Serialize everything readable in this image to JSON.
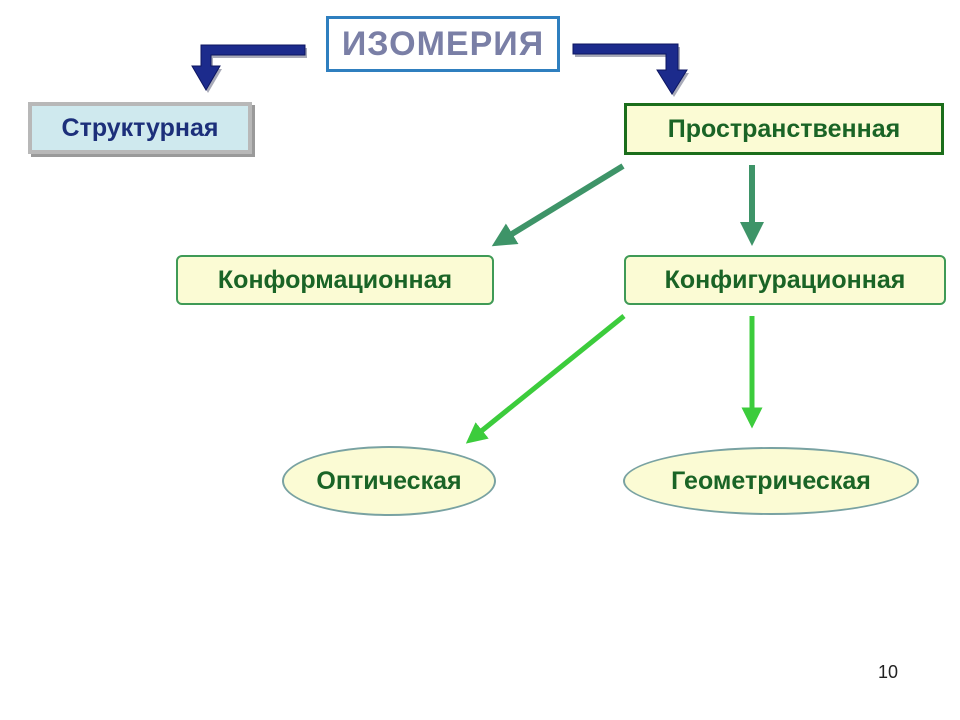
{
  "diagram": {
    "root": {
      "label": "ИЗОМЕРИЯ"
    },
    "nodes": {
      "structural": {
        "label": "Структурная"
      },
      "spatial": {
        "label": "Пространственная"
      },
      "conformational": {
        "label": "Конформационная"
      },
      "configurational": {
        "label": "Конфигурационная"
      },
      "optical": {
        "label": "Оптическая"
      },
      "geometric": {
        "label": "Геометрическая"
      }
    },
    "edges": [
      {
        "from": "root",
        "to": "structural"
      },
      {
        "from": "root",
        "to": "spatial"
      },
      {
        "from": "spatial",
        "to": "conformational"
      },
      {
        "from": "spatial",
        "to": "configurational"
      },
      {
        "from": "configurational",
        "to": "optical"
      },
      {
        "from": "configurational",
        "to": "geometric"
      }
    ],
    "colors": {
      "elbow_arrow": "#1c2b8c",
      "spatial_arrow": "#3e9468",
      "config_arrow": "#3ccc3c"
    }
  },
  "page": {
    "number": "10"
  }
}
